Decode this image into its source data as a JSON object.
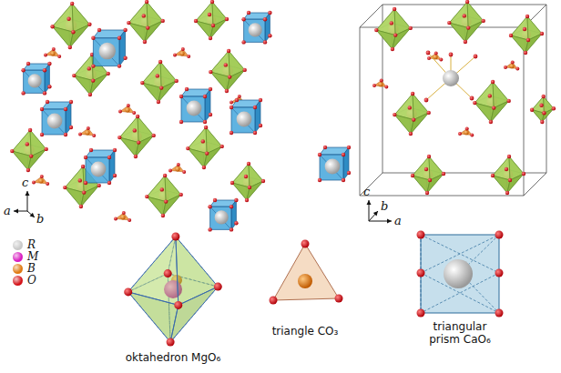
{
  "diagram": {
    "labels": [
      "c",
      "a",
      "b",
      "c",
      "b",
      "a",
      "oktahedron MgO₆",
      "triangle CO₃",
      "triangular prism CaO₆"
    ],
    "legend": [
      {
        "text": "R",
        "color": "#c9c9c9"
      },
      {
        "text": "M",
        "color": "#d81cc0"
      },
      {
        "text": "B",
        "color": "#e07a12"
      },
      {
        "text": "O",
        "color": "#d4141a"
      }
    ]
  }
}
